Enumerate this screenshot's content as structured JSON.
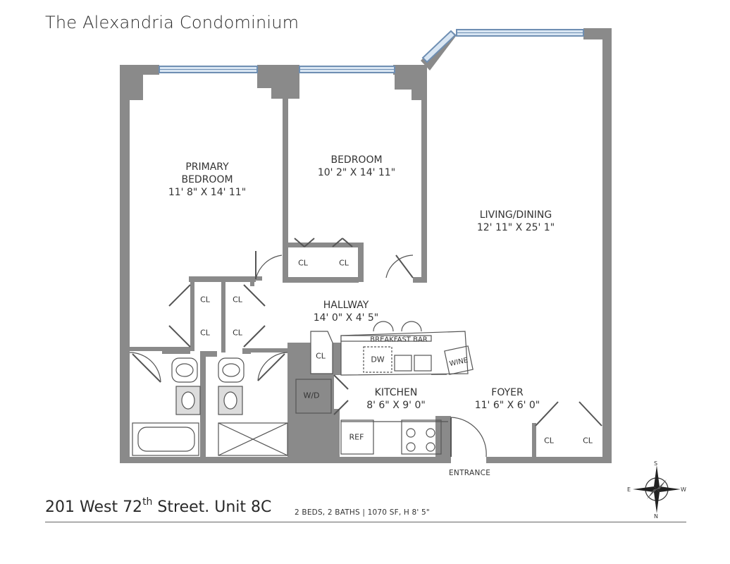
{
  "title": "The Alexandria Condominium",
  "address": {
    "prefix": "201 West 72",
    "superscript": "th",
    "suffix": " Street. Unit 8C"
  },
  "specs": "2 BEDS, 2 BATHS | 1070 SF, H 8' 5\"",
  "rooms": {
    "primary_bedroom": {
      "name_line1": "PRIMARY",
      "name_line2": "BEDROOM",
      "dims": "11' 8\" X 14' 11\""
    },
    "bedroom": {
      "name": "BEDROOM",
      "dims": "10' 2\" X 14' 11\""
    },
    "living_dining": {
      "name": "LIVING/DINING",
      "dims": "12' 11\" X 25' 1\""
    },
    "hallway": {
      "name": "HALLWAY",
      "dims": "14' 0\" X 4' 5\""
    },
    "kitchen": {
      "name": "KITCHEN",
      "dims": "8' 6\" X 9' 0\""
    },
    "foyer": {
      "name": "FOYER",
      "dims": "11' 6\" X 6' 0\""
    }
  },
  "fixtures": {
    "closet": "CL",
    "washer_dryer": "W/D",
    "dishwasher": "DW",
    "refrigerator": "REF",
    "wine": "WINE",
    "breakfast_bar": "BREAKFAST BAR"
  },
  "entrance": "ENTRANCE",
  "compass": {
    "n": "N",
    "s": "S",
    "e": "E",
    "w": "W"
  },
  "colors": {
    "wall": "#8a8a8a",
    "window": "#6f8fb3",
    "window_glass": "#d9e6f3",
    "line": "#555555"
  }
}
